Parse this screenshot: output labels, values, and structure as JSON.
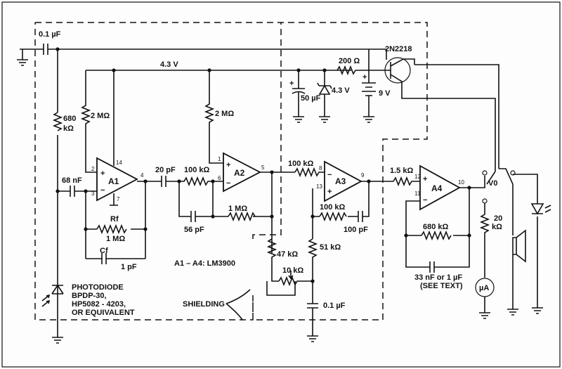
{
  "labels": {
    "c_in": "0.1 µF",
    "r_680": [
      "680",
      "kΩ"
    ],
    "rail": "4.3 V",
    "r_200": "200 Ω",
    "transistor": "2N2218",
    "zener": "4.3 V",
    "c_50": "50 µF",
    "battery": "9 V",
    "r_2m_a1": "2 MΩ",
    "r_2m_a2": "2 MΩ",
    "c_68n": "68 nF",
    "c_20p": "20 pF",
    "r_100k_a2": "100 kΩ",
    "r_1m_a2": "1 MΩ",
    "c_56p": "56 pF",
    "rf_name": "Rf",
    "rf_value": "1 MΩ",
    "cf_name": "Cf",
    "cf_value": "1 pF",
    "r_100k_a3": "100 kΩ",
    "r_100k_fb3": "100 kΩ",
    "c_100p": "100 pF",
    "r_47k": "47 kΩ",
    "r_51k": "51 kΩ",
    "pot_10k": "10 kΩ",
    "c_01u": "0.1 µF",
    "r_1_5k": "1.5 kΩ",
    "r_680k": "680 kΩ",
    "c_a4": [
      "33 nF or 1 µF",
      "(SEE TEXT)"
    ],
    "r_20k": [
      "20",
      "kΩ"
    ],
    "meter": "µA",
    "vo": "V0",
    "ic_note": "A1 – A4: LM3900",
    "shielding": "SHIELDING",
    "photodiode": [
      "PHOTODIODE",
      "BPDP-30,",
      "HP5082 - 4203,",
      "OR EQUIVALENT"
    ]
  },
  "opamps": {
    "a1": "A1",
    "a2": "A2",
    "a3": "A3",
    "a4": "A4"
  },
  "pins": {
    "a1": [
      "2",
      "14",
      "3",
      "4",
      "7"
    ],
    "a2": [
      "1",
      "6",
      "5"
    ],
    "a3": [
      "8",
      "13",
      "9"
    ],
    "a4": [
      "12",
      "11",
      "10"
    ]
  }
}
